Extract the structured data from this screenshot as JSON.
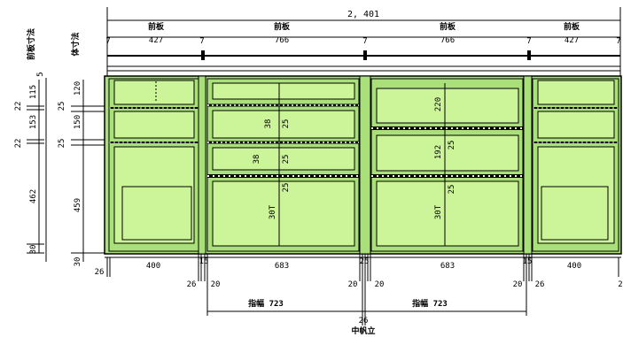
{
  "overall": {
    "total_width": "2, 401"
  },
  "labels": {
    "front_board": "前板",
    "front_dim": "前板寸法",
    "body_dim": "体寸法",
    "middle_stile": "中帆立",
    "drawer_width": "指幅 723"
  },
  "top_dims": {
    "gaps": [
      "7",
      "7",
      "7",
      "7",
      "7"
    ],
    "widths": [
      "427",
      "766",
      "766",
      "427"
    ]
  },
  "left_dims": {
    "front": [
      "115",
      "22",
      "153",
      "22",
      "462",
      "30"
    ],
    "body": [
      "120",
      "25",
      "150",
      "25",
      "459",
      "30"
    ],
    "extra": [
      "5"
    ]
  },
  "inner_dims": {
    "center_left": [
      "38",
      "25",
      "38",
      "25",
      "30T",
      "25"
    ],
    "center_right": [
      "220",
      "192",
      "25",
      "30T",
      "25"
    ]
  },
  "bottom_dims": {
    "row1": [
      "26",
      "400",
      "15",
      "683",
      "25",
      "683",
      "15",
      "400"
    ],
    "row2": [
      "26",
      "20",
      "20",
      "20",
      "20",
      "26",
      "2"
    ],
    "center": "26"
  },
  "colors": {
    "panel_fill": "#ccf59a",
    "frame_fill": "#a9e07a",
    "line": "#000000",
    "dash": "#ffffff"
  }
}
